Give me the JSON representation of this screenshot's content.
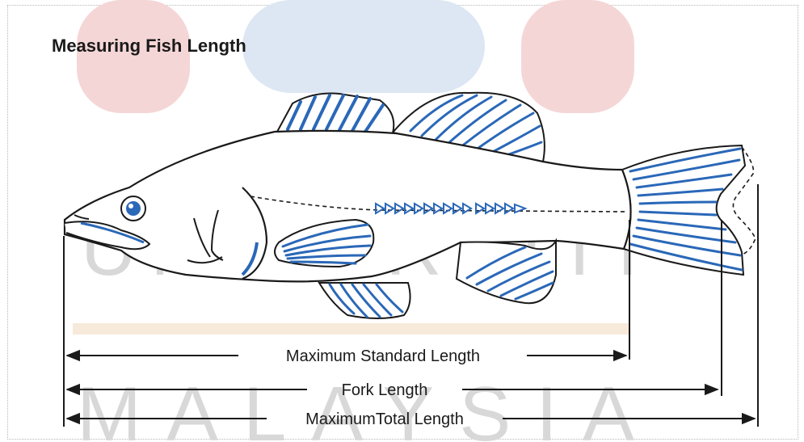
{
  "title": "Measuring Fish Length",
  "watermark": {
    "line1": "UNIVERSITI",
    "line2": "MALAYSIA"
  },
  "measurements": [
    {
      "key": "standard",
      "label": "Maximum Standard Length"
    },
    {
      "key": "fork",
      "label": "Fork Length"
    },
    {
      "key": "total",
      "label": "MaximumTotal Length"
    }
  ],
  "colors": {
    "fin_stripe": "#2a68b8",
    "outline": "#1a1a1a",
    "watermark": "#c9c9c9"
  }
}
